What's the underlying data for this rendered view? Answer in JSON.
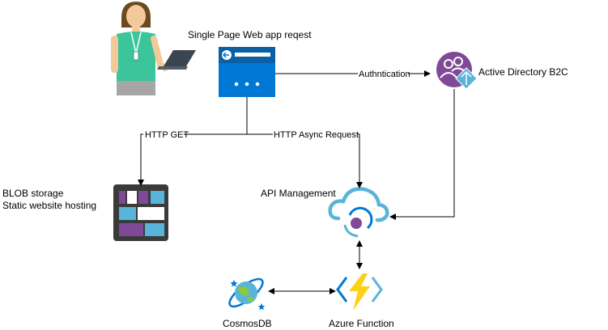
{
  "nodes": {
    "spa": {
      "label": "Single Page Web app reqest",
      "icon": "web-app-browser-icon"
    },
    "user": {
      "icon": "person-with-laptop-icon"
    },
    "aad": {
      "label": "Active Directory B2C",
      "icon": "active-directory-b2c-icon"
    },
    "blob": {
      "label_line1": "BLOB storage",
      "label_line2": "Static website hosting",
      "icon": "blob-storage-icon"
    },
    "apim": {
      "label": "API Management",
      "icon": "api-management-icon"
    },
    "cosmos": {
      "label": "CosmosDB",
      "icon": "cosmos-db-icon"
    },
    "func": {
      "label": "Azure Function",
      "icon": "azure-function-icon"
    }
  },
  "edges": {
    "auth": "Authntication",
    "http_get": "HTTP GET",
    "http_async": "HTTP Async Request"
  },
  "colors": {
    "azure_blue": "#0078D4",
    "light_blue": "#59B4D9",
    "purple": "#804998",
    "teal_shirt": "#3CC49A",
    "lightning": "#FCD116"
  }
}
